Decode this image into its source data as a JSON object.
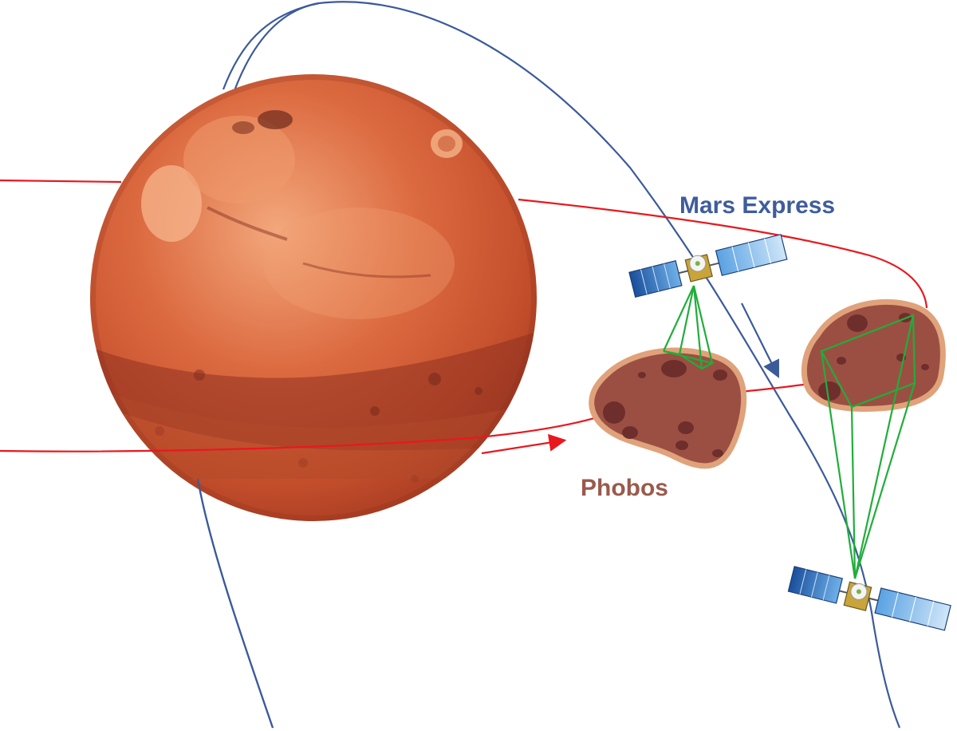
{
  "labels": {
    "spacecraft": "Mars Express",
    "moon": "Phobos"
  },
  "colors": {
    "background": "#ffffff",
    "spacecraft_orbit": "#3b5a9a",
    "phobos_orbit": "#e8181e",
    "spacecraft_label": "#3f5c9c",
    "phobos_label": "#9a5a4c",
    "field_of_view": "#1fae3a",
    "phobos_body": "#9b4f43",
    "phobos_rim": "#e0a27a",
    "phobos_crater": "#6e2f2c",
    "mars_light": "#f2a074",
    "mars_mid": "#d8623a",
    "mars_dark": "#8f3220",
    "solar_panel": "#2c6fc0"
  },
  "icons": {
    "planet": "mars-globe",
    "moon": "phobos-body",
    "spacecraft": "satellite-icon",
    "motion": "arrow-icon"
  }
}
